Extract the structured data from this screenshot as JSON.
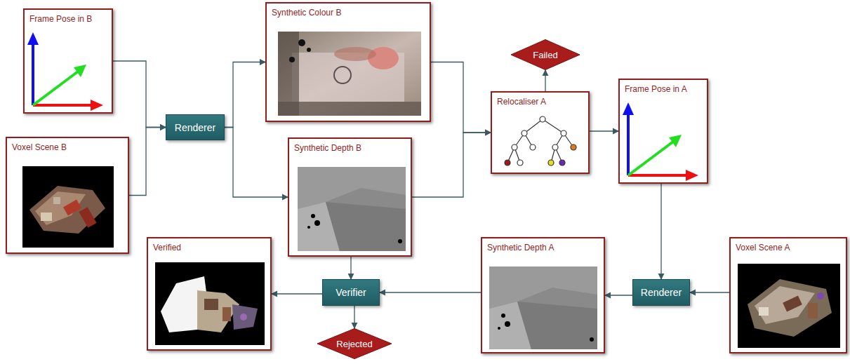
{
  "diagram": {
    "nodes": [
      {
        "text": [
          "Frame Pose in B"
        ]
      },
      {
        "text": [
          "Voxel Scene B"
        ]
      },
      {
        "text": [
          "Renderer"
        ]
      },
      {
        "text": [
          "Synthetic Colour B"
        ]
      },
      {
        "text": [
          "Synthetic Depth B"
        ]
      },
      {
        "text": [
          "Failed"
        ]
      },
      {
        "text": [
          "Relocaliser A"
        ]
      },
      {
        "text": [
          "Frame Pose in A"
        ]
      },
      {
        "text": [
          "Verified"
        ]
      },
      {
        "text": [
          "Verifier"
        ]
      },
      {
        "text": [
          "Rejected"
        ]
      },
      {
        "text": [
          "Synthetic Depth A"
        ]
      },
      {
        "text": [
          "Renderer"
        ]
      },
      {
        "text": [
          "Voxel Scene A"
        ]
      }
    ],
    "edges": [
      {
        "from": 0,
        "to": 2,
        "arrow": "to"
      },
      {
        "from": 1,
        "to": 2,
        "arrow": "to"
      },
      {
        "from": 2,
        "to": 3,
        "arrow": "to"
      },
      {
        "from": 2,
        "to": 4,
        "arrow": "to"
      },
      {
        "from": 3,
        "to": 6,
        "arrow": "to"
      },
      {
        "from": 4,
        "to": 6,
        "arrow": "to"
      },
      {
        "from": 6,
        "to": 5,
        "arrow": "to"
      },
      {
        "from": 6,
        "to": 7,
        "arrow": "to"
      },
      {
        "from": 7,
        "to": 12,
        "arrow": "to"
      },
      {
        "from": 13,
        "to": 12,
        "arrow": "to"
      },
      {
        "from": 12,
        "to": 11,
        "arrow": "to"
      },
      {
        "from": 11,
        "to": 9,
        "arrow": "to"
      },
      {
        "from": 4,
        "to": 9,
        "arrow": "to"
      },
      {
        "from": 9,
        "to": 8,
        "arrow": "to"
      },
      {
        "from": 9,
        "to": 10,
        "arrow": "to"
      }
    ]
  }
}
